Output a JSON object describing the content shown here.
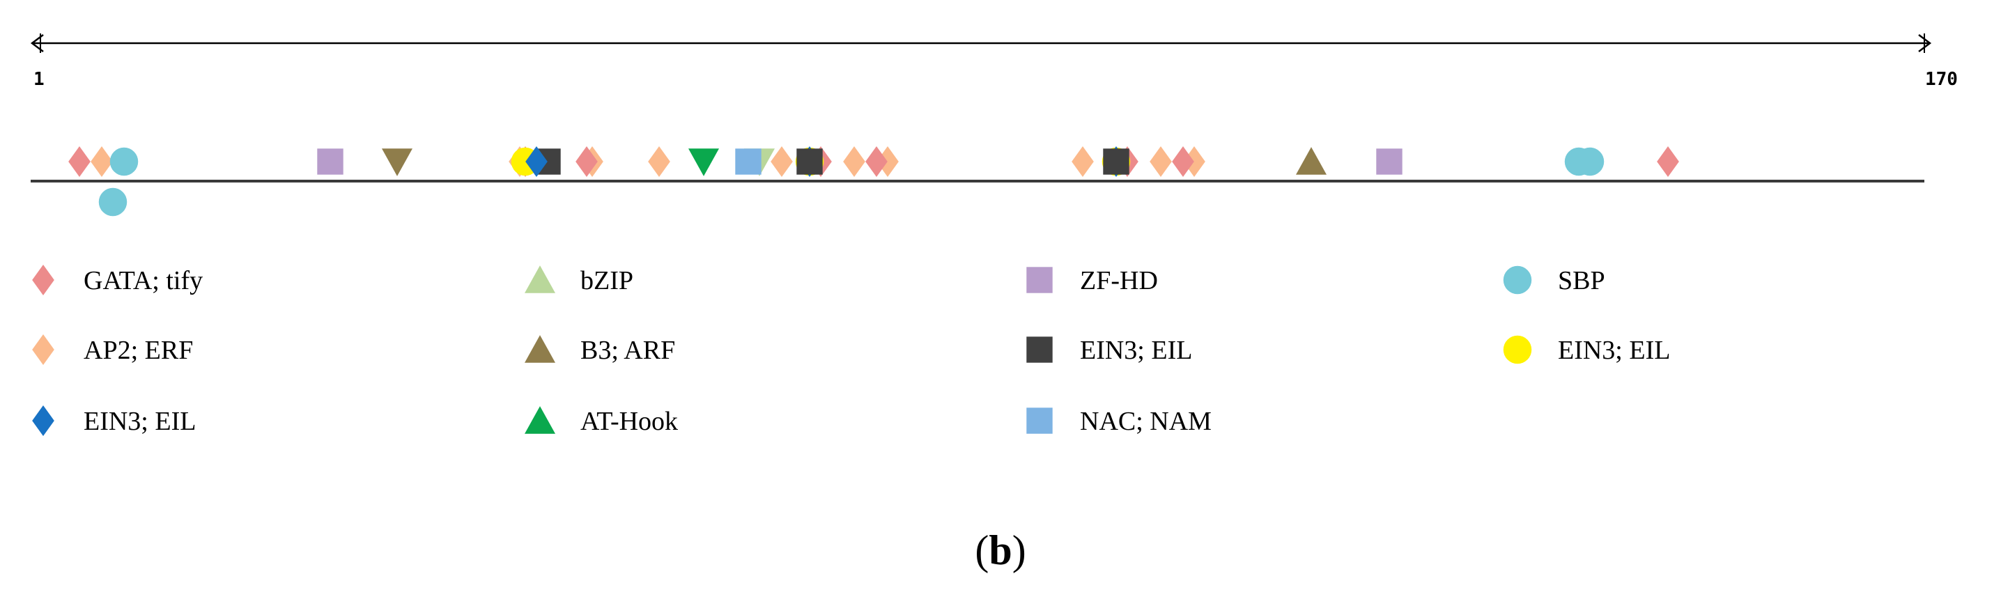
{
  "scale": {
    "start_label": "1",
    "end_label": "170",
    "start_value": 1,
    "end_value": 170
  },
  "panel_label": {
    "open": "(",
    "letter": "b",
    "close": ")"
  },
  "legend": [
    {
      "key": "gata",
      "label": "GATA; tify",
      "shape": "diamond",
      "color": "#ec8b8b",
      "column": 0,
      "row": 0
    },
    {
      "key": "ap2",
      "label": "AP2; ERF",
      "shape": "diamond",
      "color": "#fbb98b",
      "column": 0,
      "row": 1
    },
    {
      "key": "ein3-blue",
      "label": "EIN3; EIL",
      "shape": "diamond",
      "color": "#1872c4",
      "column": 0,
      "row": 2
    },
    {
      "key": "bzip",
      "label": "bZIP",
      "shape": "triangle-up",
      "color": "#b9d79a",
      "column": 1,
      "row": 0
    },
    {
      "key": "b3",
      "label": "B3; ARF",
      "shape": "triangle-up",
      "color": "#8f7d4b",
      "column": 1,
      "row": 1
    },
    {
      "key": "athook",
      "label": "AT-Hook",
      "shape": "triangle-up",
      "color": "#0aa84d",
      "column": 1,
      "row": 2
    },
    {
      "key": "zfhd",
      "label": "ZF-HD",
      "shape": "square",
      "color": "#b79ccb",
      "column": 2,
      "row": 0
    },
    {
      "key": "ein3-black",
      "label": "EIN3; EIL",
      "shape": "square",
      "color": "#404040",
      "column": 2,
      "row": 1
    },
    {
      "key": "nac",
      "label": "NAC; NAM",
      "shape": "square",
      "color": "#7db3e3",
      "column": 2,
      "row": 2
    },
    {
      "key": "sbp",
      "label": "SBP",
      "shape": "circle",
      "color": "#74c9d8",
      "column": 3,
      "row": 0
    },
    {
      "key": "ein3-yellow",
      "label": "EIN3; EIL",
      "shape": "circle",
      "color": "#fff200",
      "column": 3,
      "row": 1
    }
  ],
  "sites": [
    {
      "type": "gata",
      "position": 4.5,
      "strand": "+"
    },
    {
      "type": "ap2",
      "position": 6.5,
      "strand": "+"
    },
    {
      "type": "sbp",
      "position": 8.5,
      "strand": "+"
    },
    {
      "type": "sbp",
      "position": 7.5,
      "strand": "-"
    },
    {
      "type": "zfhd",
      "position": 27,
      "strand": "+"
    },
    {
      "type": "b3",
      "position": 33,
      "strand": "-"
    },
    {
      "type": "gata",
      "position": 44.5,
      "strand": "+"
    },
    {
      "type": "ein3-black",
      "position": 46.5,
      "strand": "+"
    },
    {
      "type": "ap2",
      "position": 50.5,
      "strand": "+"
    },
    {
      "type": "ap2",
      "position": 56.5,
      "strand": "+"
    },
    {
      "type": "athook",
      "position": 60.5,
      "strand": "-"
    },
    {
      "type": "bzip",
      "position": 65.5,
      "strand": "-"
    },
    {
      "type": "ap2",
      "position": 67.5,
      "strand": "+"
    },
    {
      "type": "gata",
      "position": 71,
      "strand": "+"
    },
    {
      "type": "ein3-yellow",
      "position": 70,
      "strand": "+"
    },
    {
      "type": "ein3-blue",
      "position": 70,
      "strand": "+"
    },
    {
      "type": "ap2",
      "position": 77,
      "strand": "+"
    },
    {
      "type": "ap2",
      "position": 44,
      "strand": "+"
    },
    {
      "type": "ein3-yellow",
      "position": 44.5,
      "strand": "+"
    },
    {
      "type": "ein3-blue",
      "position": 45.5,
      "strand": "+"
    },
    {
      "type": "gata",
      "position": 50,
      "strand": "+"
    },
    {
      "type": "nac",
      "position": 64.5,
      "strand": "+"
    },
    {
      "type": "ein3-black",
      "position": 70,
      "strand": "+"
    },
    {
      "type": "ap2",
      "position": 74,
      "strand": "+"
    },
    {
      "type": "gata",
      "position": 76,
      "strand": "+"
    },
    {
      "type": "ap2",
      "position": 94.5,
      "strand": "+"
    },
    {
      "type": "gata",
      "position": 98.5,
      "strand": "+"
    },
    {
      "type": "ein3-yellow",
      "position": 97.5,
      "strand": "+"
    },
    {
      "type": "ein3-blue",
      "position": 97.5,
      "strand": "+"
    },
    {
      "type": "ap2",
      "position": 104.5,
      "strand": "+"
    },
    {
      "type": "ein3-black",
      "position": 97.5,
      "strand": "+"
    },
    {
      "type": "ap2",
      "position": 101.5,
      "strand": "+"
    },
    {
      "type": "gata",
      "position": 103.5,
      "strand": "+"
    },
    {
      "type": "b3",
      "position": 115,
      "strand": "+"
    },
    {
      "type": "zfhd",
      "position": 122,
      "strand": "+"
    },
    {
      "type": "sbp",
      "position": 140,
      "strand": "+"
    },
    {
      "type": "gata",
      "position": 147,
      "strand": "+"
    },
    {
      "type": "sbp",
      "position": 139,
      "strand": "+"
    }
  ]
}
